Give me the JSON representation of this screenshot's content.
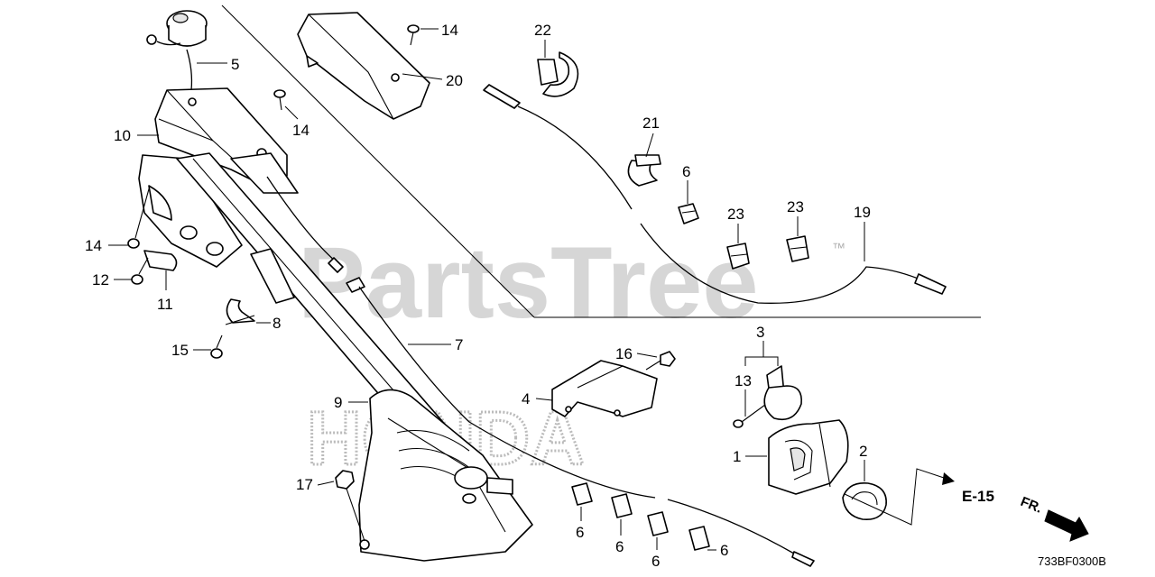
{
  "watermark": {
    "text": "PartsTree",
    "trademark": "™",
    "logo_text": "HONDA"
  },
  "diagram_code": "733BF0300B",
  "reference": {
    "label": "E-15",
    "front_label": "FR."
  },
  "callouts": [
    {
      "id": "c5",
      "label": "5"
    },
    {
      "id": "c10",
      "label": "10"
    },
    {
      "id": "c14a",
      "label": "14"
    },
    {
      "id": "c14b",
      "label": "14"
    },
    {
      "id": "c14c",
      "label": "14"
    },
    {
      "id": "c12",
      "label": "12"
    },
    {
      "id": "c11",
      "label": "11"
    },
    {
      "id": "c8",
      "label": "8"
    },
    {
      "id": "c15",
      "label": "15"
    },
    {
      "id": "c9",
      "label": "9"
    },
    {
      "id": "c17",
      "label": "17"
    },
    {
      "id": "c7",
      "label": "7"
    },
    {
      "id": "c20",
      "label": "20"
    },
    {
      "id": "c22",
      "label": "22"
    },
    {
      "id": "c21",
      "label": "21"
    },
    {
      "id": "c6a",
      "label": "6"
    },
    {
      "id": "c23a",
      "label": "23"
    },
    {
      "id": "c23b",
      "label": "23"
    },
    {
      "id": "c19",
      "label": "19"
    },
    {
      "id": "c16",
      "label": "16"
    },
    {
      "id": "c4",
      "label": "4"
    },
    {
      "id": "c3",
      "label": "3"
    },
    {
      "id": "c13",
      "label": "13"
    },
    {
      "id": "c1",
      "label": "1"
    },
    {
      "id": "c2",
      "label": "2"
    },
    {
      "id": "c6b",
      "label": "6"
    },
    {
      "id": "c6c",
      "label": "6"
    },
    {
      "id": "c6d",
      "label": "6"
    },
    {
      "id": "c6e",
      "label": "6"
    }
  ]
}
